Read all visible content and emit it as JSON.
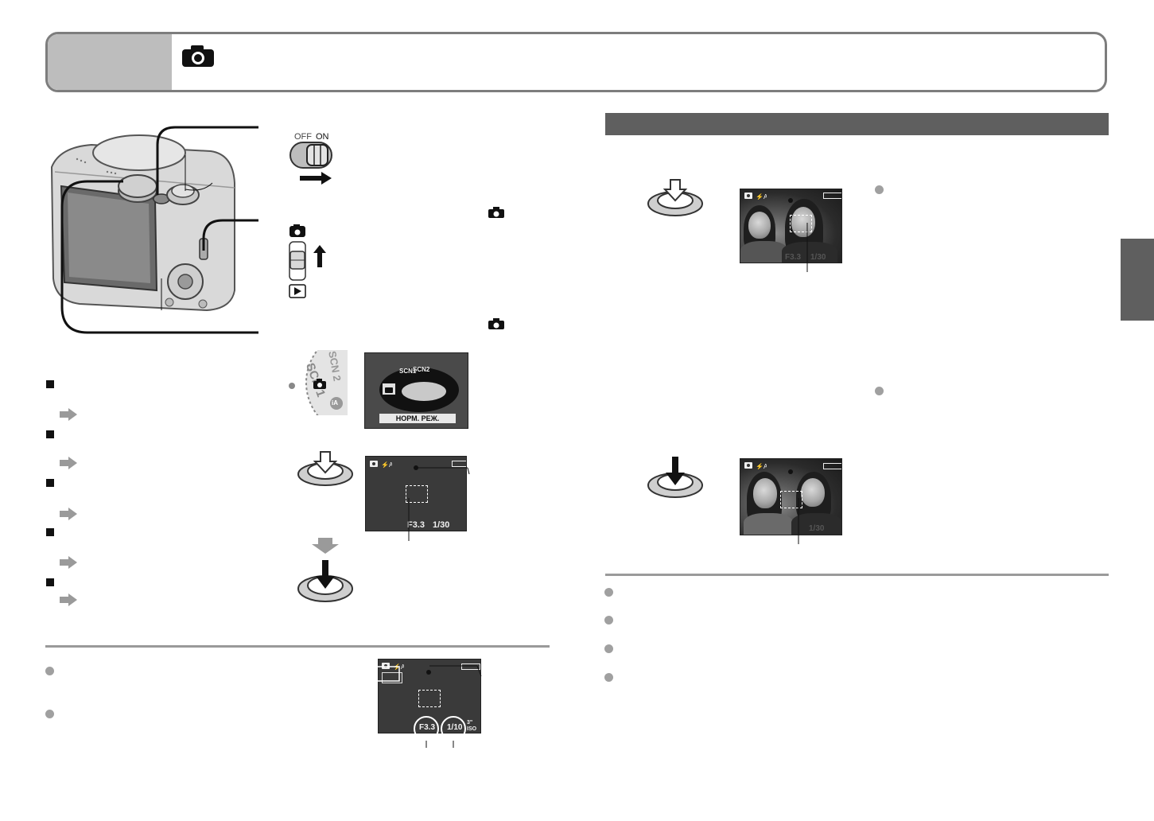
{
  "header": {
    "mode_icon": "camera-icon"
  },
  "power_switch": {
    "off_label": "OFF",
    "on_label": "ON"
  },
  "mode_menu": {
    "items": [
      "SCN1",
      "SCN2"
    ],
    "footer_label": "НОРМ. РЕЖ."
  },
  "mode_dial": {
    "scn1_label": "SCN 1",
    "scn2_label": "SCN 2",
    "ia_label": "iA"
  },
  "lcd_step": {
    "aperture": "F3.3",
    "shutter": "1/30"
  },
  "lcd_notes": {
    "aperture": "F3.3",
    "shutter": "1/10",
    "exposure": "3\"",
    "oversize": "ISO"
  },
  "lcd_right_top": {
    "aperture": "F3.3",
    "shutter": "1/30"
  },
  "lcd_right_bottom": {
    "shutter": "1/30"
  },
  "icons": {
    "camera": "camera-icon",
    "playback": "playback-icon",
    "arrow_right": "arrow-right-icon",
    "arrow_up": "arrow-up-icon",
    "arrow_down": "arrow-down-icon",
    "shutter_half": "shutter-half-press-icon",
    "shutter_full": "shutter-full-press-icon",
    "battery": "battery-icon"
  },
  "colors": {
    "banner_tab": "#bdbdbd",
    "section_bar": "#5f5f5f",
    "rule": "#9a9a9a",
    "bullet_dot": "#a0a0a0"
  }
}
